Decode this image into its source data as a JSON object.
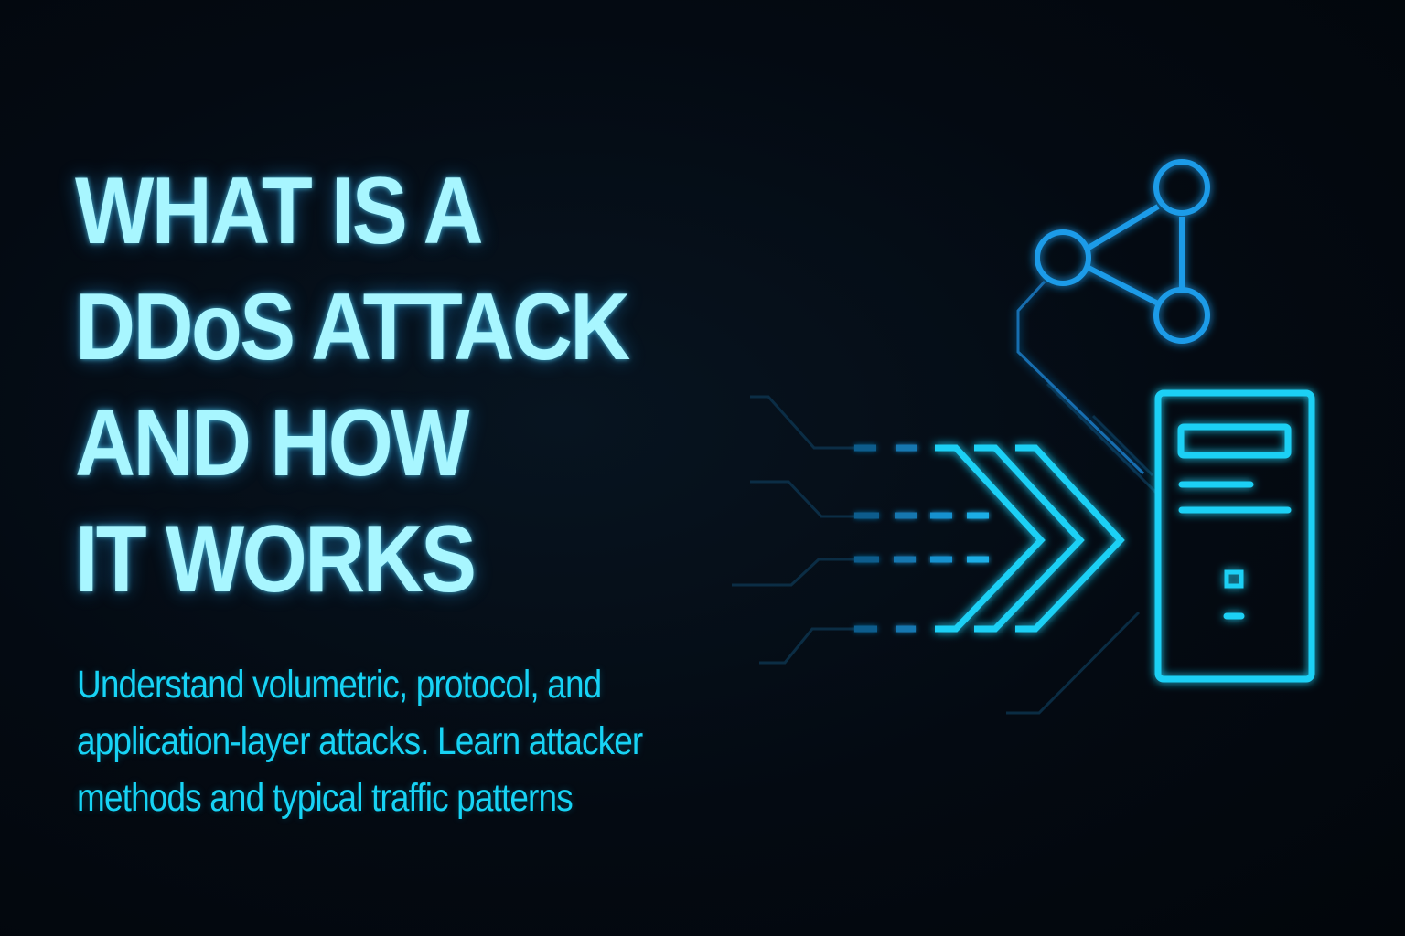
{
  "headline": {
    "lines": [
      "WHAT IS A",
      "DDoS ATTACK",
      "AND HOW",
      "IT WORKS"
    ]
  },
  "subtitle": {
    "lines": [
      "Understand volumetric, protocol, and",
      "application-layer attacks. Learn attacker",
      "methods and typical traffic patterns"
    ]
  },
  "illustration": {
    "icons": [
      "network-nodes-icon",
      "traffic-arrows-icon",
      "server-tower-icon"
    ]
  },
  "colors": {
    "background": "#040a12",
    "headline": "#a8f6ff",
    "subtitle": "#17d3f5",
    "accent_cyan": "#1fd0f5",
    "accent_blue": "#1e9be8"
  }
}
